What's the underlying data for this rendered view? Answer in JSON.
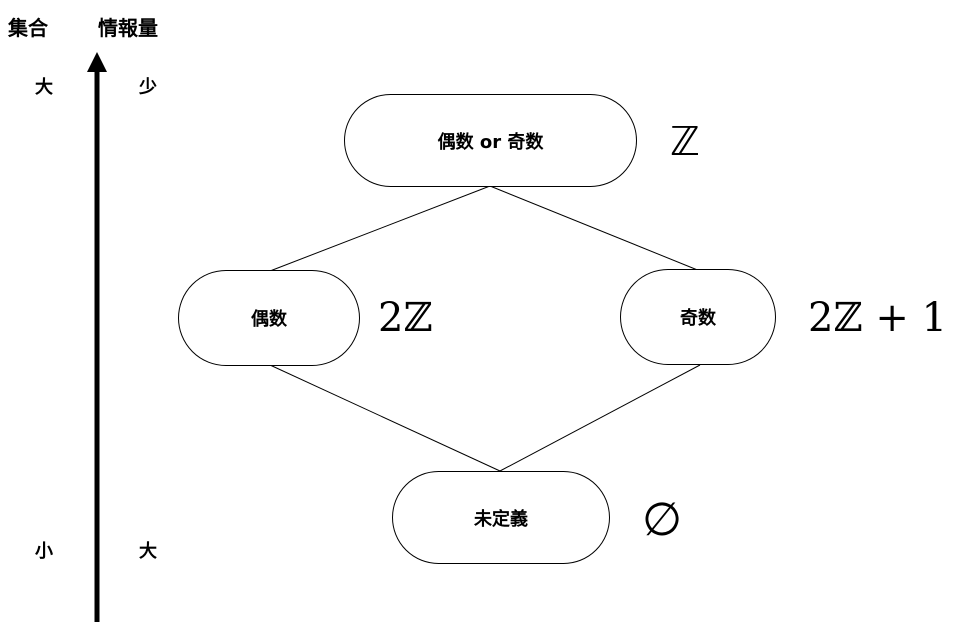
{
  "header": {
    "left": "集合",
    "right": "情報量"
  },
  "axis": {
    "set_top": "大",
    "set_bottom": "小",
    "info_top": "少",
    "info_bottom": "大"
  },
  "nodes": {
    "top": {
      "label": "偶数 or 奇数",
      "math": "ℤ"
    },
    "even": {
      "label": "偶数",
      "math": "2ℤ"
    },
    "odd": {
      "label": "奇数",
      "math": "2ℤ + 1"
    },
    "bottom": {
      "label": "未定義",
      "math": "∅"
    }
  }
}
